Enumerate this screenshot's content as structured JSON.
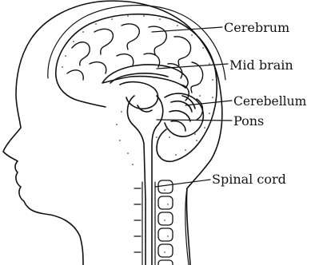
{
  "labels": {
    "cerebrum": "Cerebrum",
    "mid_brain": "Mid brain",
    "cerebellum": "Cerebellum",
    "pons": "Pons",
    "spinal_cord": "Spinal cord"
  },
  "colors": {
    "ink": "#111111",
    "background": "#ffffff"
  }
}
